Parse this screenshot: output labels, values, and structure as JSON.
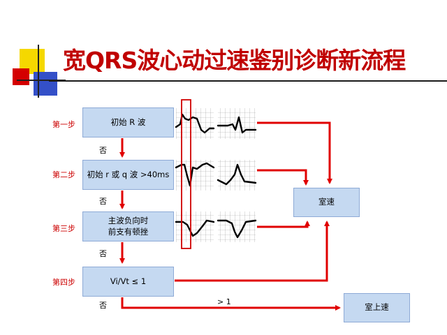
{
  "title": "宽QRS波心动过速鉴别诊断新流程",
  "steps": [
    {
      "label": "第一步",
      "box": "初始 R 波"
    },
    {
      "label": "第二步",
      "box": "初始 r 或 q 波 >40ms"
    },
    {
      "label": "第三步",
      "box": "主波负向时\n前支有顿挫"
    },
    {
      "label": "第四步",
      "box": "Vi/Vt ≤ 1"
    }
  ],
  "no_labels": [
    "否",
    "否",
    "否",
    "否"
  ],
  "outcome_vt": "室速",
  "outcome_svt": "室上速",
  "condition_gt1": "> 1",
  "colors": {
    "title": "#c00000",
    "box_fill": "#c5d9f1",
    "arrow": "#e00000",
    "step_label": "#cc0000"
  }
}
